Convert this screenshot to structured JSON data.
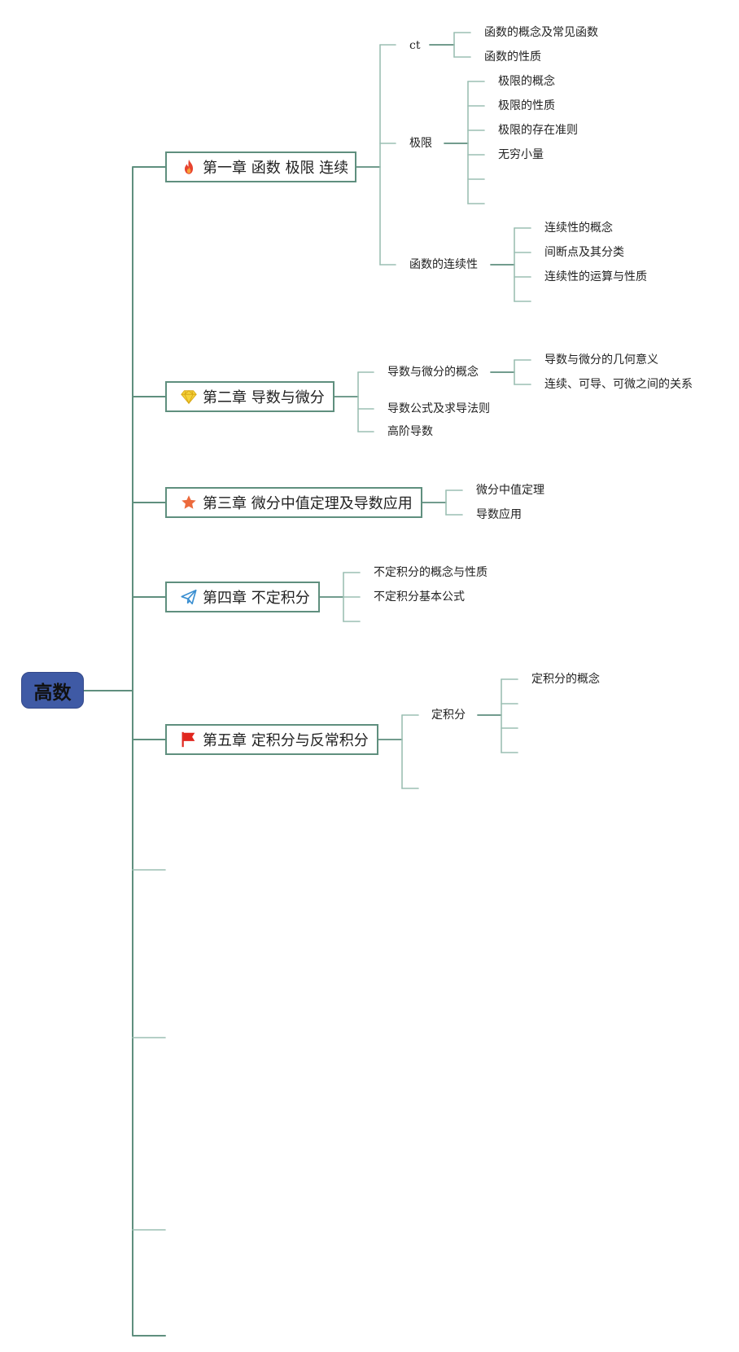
{
  "root": {
    "label": "高数"
  },
  "chapters": [
    {
      "label": "第一章 函数 极限 连续",
      "icon": "fire-icon",
      "topics": [
        {
          "label": "ct",
          "children": [
            "函数的概念及常见函数",
            "函数的性质"
          ]
        },
        {
          "label": "极限",
          "children": [
            "极限的概念",
            "极限的性质",
            "极限的存在准则",
            "无穷小量",
            "",
            ""
          ]
        },
        {
          "label": "函数的连续性",
          "children": [
            "连续性的概念",
            "间断点及其分类",
            "连续性的运算与性质",
            ""
          ]
        }
      ]
    },
    {
      "label": "第二章 导数与微分",
      "icon": "diamond-icon",
      "topics": [
        {
          "label": "导数与微分的概念",
          "children": [
            "导数与微分的几何意义",
            "连续、可导、可微之间的关系"
          ]
        },
        {
          "label": "导数公式及求导法则",
          "children": []
        },
        {
          "label": "高阶导数",
          "children": []
        }
      ]
    },
    {
      "label": "第三章 微分中值定理及导数应用",
      "icon": "star-icon",
      "topics": [
        {
          "label": "微分中值定理",
          "children": []
        },
        {
          "label": "导数应用",
          "children": []
        }
      ]
    },
    {
      "label": "第四章 不定积分",
      "icon": "paper-plane-icon",
      "topics": [
        {
          "label": "不定积分的概念与性质",
          "children": []
        },
        {
          "label": "不定积分基本公式",
          "children": []
        },
        {
          "label": "",
          "children": []
        }
      ]
    },
    {
      "label": "第五章 定积分与反常积分",
      "icon": "flag-icon",
      "topics": [
        {
          "label": "定积分",
          "children": [
            "定积分的概念",
            "",
            "",
            ""
          ]
        },
        {
          "label": "",
          "children": []
        }
      ]
    },
    {
      "label": "",
      "icon": "",
      "topics": []
    },
    {
      "label": "",
      "icon": "",
      "topics": []
    },
    {
      "label": "",
      "icon": "",
      "topics": []
    },
    {
      "label": "",
      "icon": "",
      "topics": []
    }
  ],
  "colors": {
    "root_fill": "#3f5aa5",
    "branch_line": "#5f8f7e",
    "sub_line": "#9cbfb3",
    "fire": "#e8432f",
    "diamond": "#f5d33a",
    "star": "#ec6a3c",
    "paper_plane": "#3a8fd1",
    "flag": "#e0261e"
  }
}
